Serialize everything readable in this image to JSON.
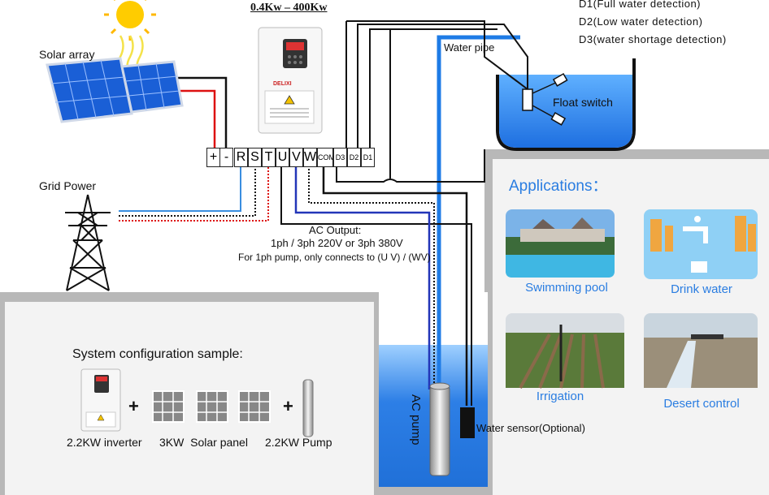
{
  "header": {
    "power_range": "0.4Kw – 400Kw"
  },
  "detection": {
    "d1": "D1(Full water detection)",
    "d2": "D2(Low water detection)",
    "d3": "D3(water shortage detection)"
  },
  "labels": {
    "solar_array": "Solar array",
    "grid_power": "Grid Power",
    "water_pipe": "Water pipe",
    "float_switch": "Float switch",
    "ac_pump": "AC pump",
    "water_sensor": "Water sensor(Optional)"
  },
  "inverter": {
    "brand": "DELIXI"
  },
  "terminals": [
    "+",
    "-",
    "R",
    "S",
    "T",
    "U",
    "V",
    "W",
    "COM",
    "D3",
    "D2",
    "D1"
  ],
  "ac_output": {
    "title": "AC Output:",
    "line1": "1ph / 3ph 220V or 3ph 380V",
    "line2": "For 1ph pump, only connects to (U V) / (WV)"
  },
  "config": {
    "title": "System configuration sample:",
    "inverter_label": "2.2KW inverter",
    "solar_label": "3KW  Solar panel",
    "pump_label": "2.2KW Pump",
    "plus": "+"
  },
  "applications": {
    "title": "Applications：",
    "items": [
      "Swimming pool",
      "Drink water",
      "Irrigation",
      "Desert control"
    ]
  },
  "colors": {
    "accent_blue": "#2a7de1",
    "water": "#2d7fe6",
    "panel_grey": "#b8b8b8"
  }
}
